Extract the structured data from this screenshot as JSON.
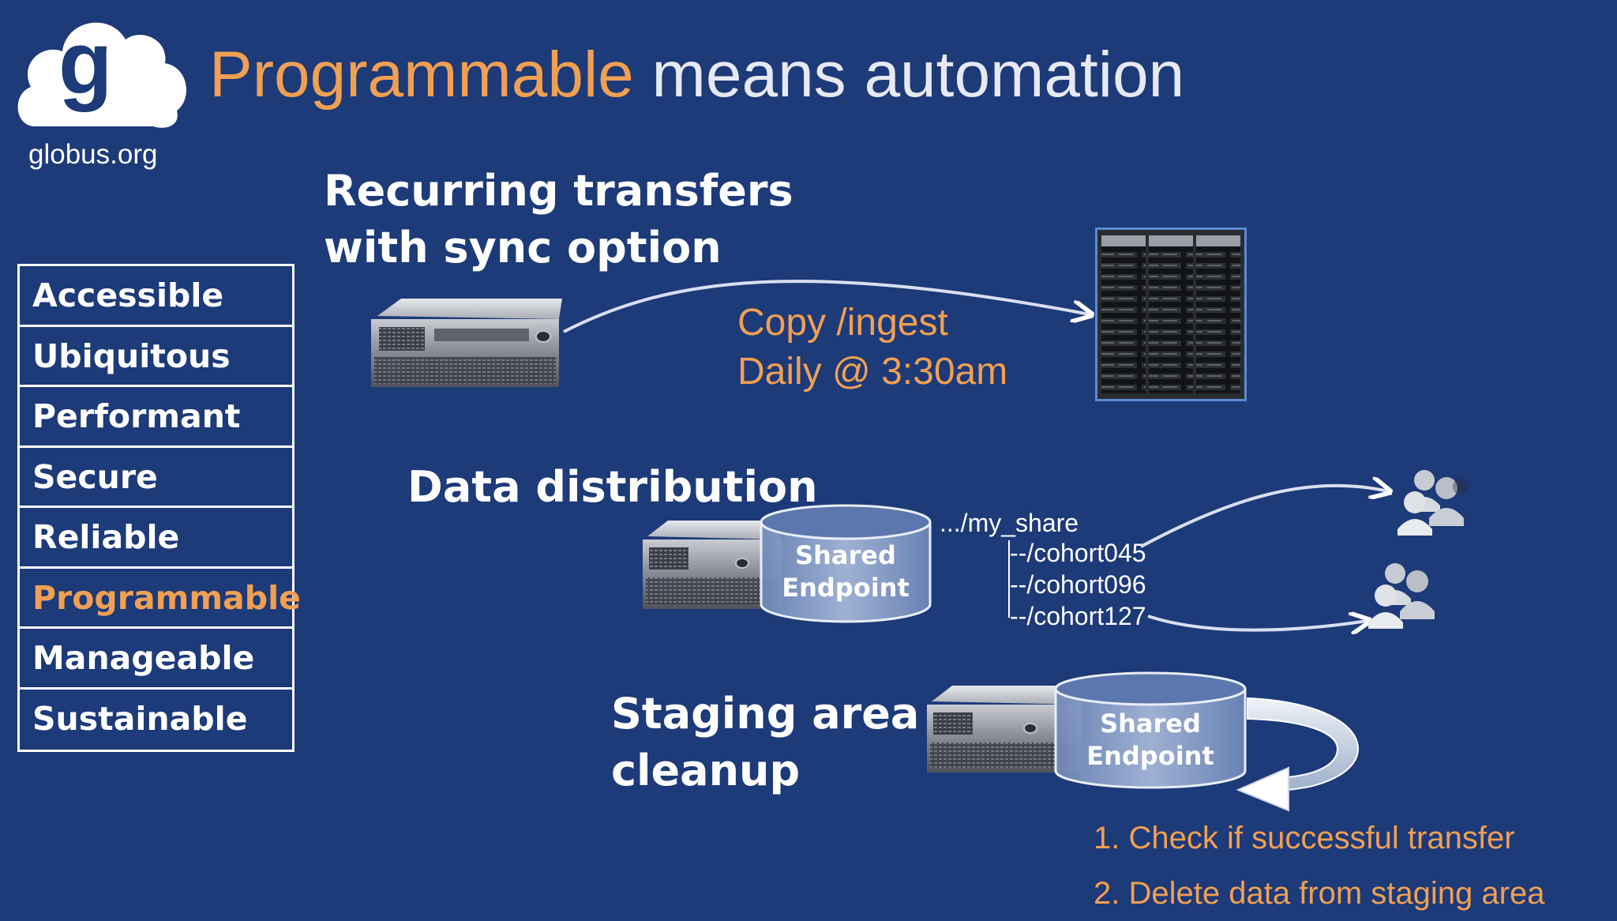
{
  "logo": {
    "site": "globus.org",
    "mark": "g"
  },
  "title": {
    "highlight": "Programmable",
    "rest": " means automation"
  },
  "sidebar": {
    "items": [
      {
        "label": "Accessible",
        "active": false
      },
      {
        "label": "Ubiquitous",
        "active": false
      },
      {
        "label": "Performant",
        "active": false
      },
      {
        "label": "Secure",
        "active": false
      },
      {
        "label": "Reliable",
        "active": false
      },
      {
        "label": "Programmable",
        "active": true
      },
      {
        "label": "Manageable",
        "active": false
      },
      {
        "label": "Sustainable",
        "active": false
      }
    ]
  },
  "recurring": {
    "heading_line1": "Recurring transfers",
    "heading_line2": "with sync option",
    "note_line1": "Copy /ingest",
    "note_line2": "Daily @ 3:30am"
  },
  "distribution": {
    "heading": "Data distribution",
    "endpoint_line1": "Shared",
    "endpoint_line2": "Endpoint",
    "root_path": ".../my_share",
    "subpaths": [
      "--/cohort045",
      "--/cohort096",
      "--/cohort127"
    ]
  },
  "staging": {
    "heading_line1": "Staging area",
    "heading_line2": "cleanup",
    "endpoint_line1": "Shared",
    "endpoint_line2": "Endpoint",
    "step1": "1. Check if successful transfer",
    "step2": "2. Delete data from staging area"
  },
  "colors": {
    "background": "#1d3a79",
    "accent": "#f0a052",
    "text": "#ffffff"
  },
  "icons": [
    "globus-cloud-logo",
    "server-icon",
    "server-rack-icon",
    "database-cylinder-icon",
    "user-group-icon",
    "cycle-arrow-icon"
  ]
}
